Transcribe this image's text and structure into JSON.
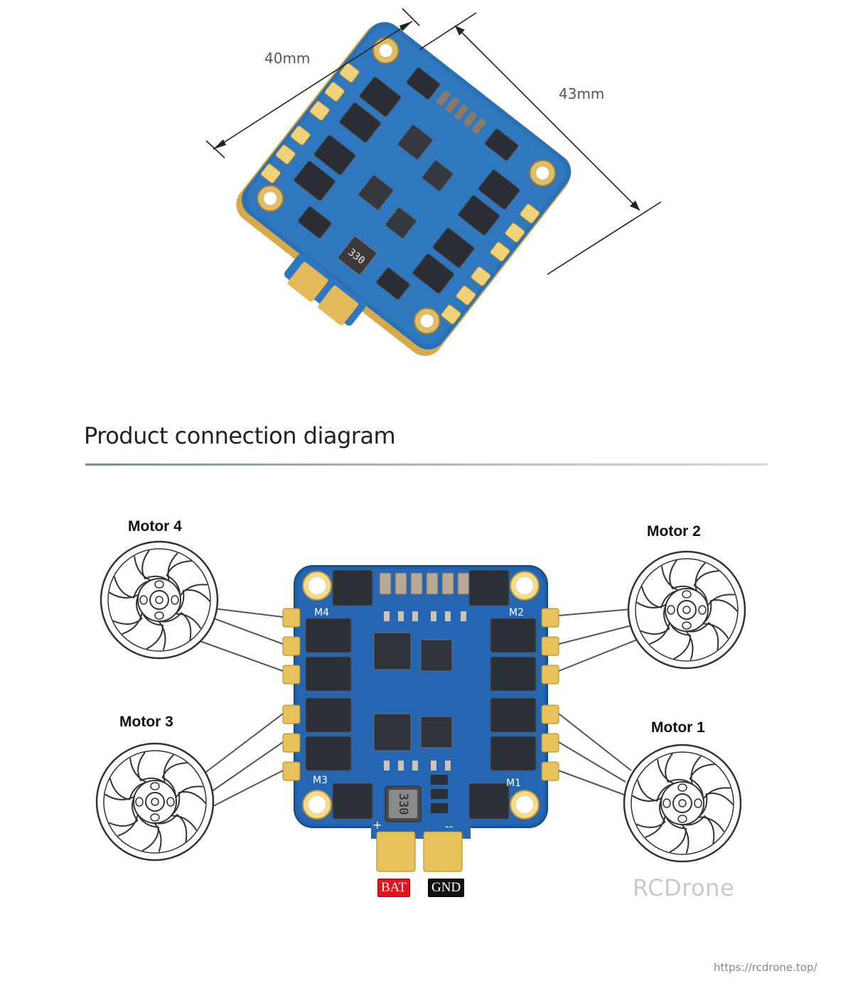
{
  "photo": {
    "width_label": "40mm",
    "height_label": "43mm",
    "inductor_text": "330"
  },
  "section": {
    "title": "Product connection diagram"
  },
  "diagram": {
    "motors": [
      {
        "id": "motor4",
        "label": "Motor 4"
      },
      {
        "id": "motor2",
        "label": "Motor 2"
      },
      {
        "id": "motor3",
        "label": "Motor 3"
      },
      {
        "id": "motor1",
        "label": "Motor 1"
      }
    ],
    "board_labels": {
      "m4": "M4",
      "m2": "M2",
      "m3": "M3",
      "m1": "M1",
      "plus": "+",
      "minus": "--"
    },
    "inductor_text": "330",
    "power_tags": {
      "bat": "BAT",
      "gnd": "GND"
    },
    "colors": {
      "pcb": "#1f5ea8",
      "pad_gold": "#e8c25a",
      "bat_red": "#e4141e",
      "gnd_black": "#111111"
    }
  },
  "watermark": "RCDrone",
  "url": "https://rcdrone.top/"
}
